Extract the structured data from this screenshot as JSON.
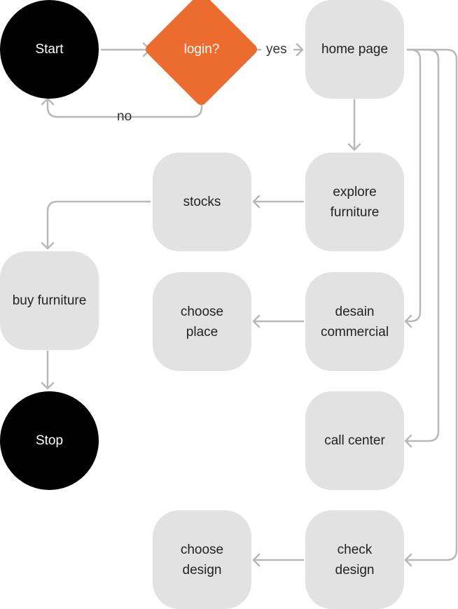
{
  "nodes": {
    "start": "Start",
    "decision": "login?",
    "home": "home page",
    "explore_1": "explore",
    "explore_2": "furniture",
    "stocks": "stocks",
    "buy": "buy furniture",
    "stop": "Stop",
    "desain_1": "desain",
    "desain_2": "commercial",
    "choose_place_1": "choose",
    "choose_place_2": "place",
    "call_center": "call center",
    "check_1": "check",
    "check_2": "design",
    "choose_design_1": "choose",
    "choose_design_2": "design"
  },
  "edges": {
    "yes": "yes",
    "no": "no"
  },
  "colors": {
    "terminal": "#000000",
    "decision": "#ec6b2f",
    "process": "#e2e2e2",
    "connector": "#b8b8b8"
  }
}
